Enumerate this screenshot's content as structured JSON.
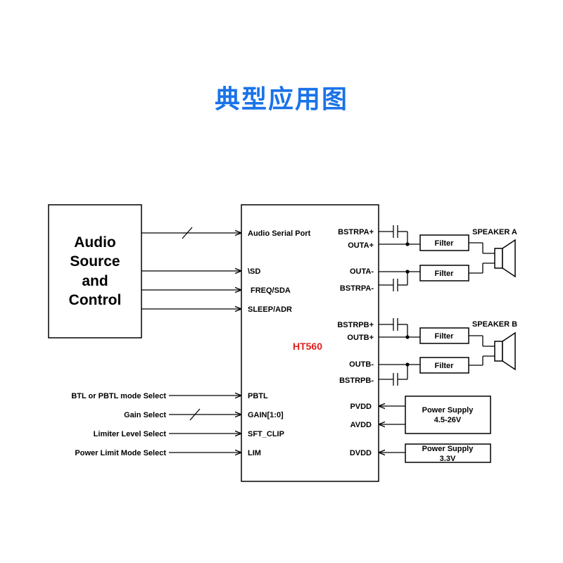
{
  "title": "典型应用图",
  "source": {
    "lines": [
      "Audio",
      "Source",
      "and",
      "Control"
    ]
  },
  "chip": {
    "name": "HT560",
    "left_pins": [
      "Audio Serial Port",
      "\\SD",
      "FREQ/SDA",
      "SLEEP/ADR",
      "PBTL",
      "GAIN[1:0]",
      "SFT_CLIP",
      "LIM"
    ],
    "right_pins": [
      "BSTRPA+",
      "OUTA+",
      "OUTA-",
      "BSTRPA-",
      "BSTRPB+",
      "OUTB+",
      "OUTB-",
      "BSTRPB-",
      "PVDD",
      "AVDD",
      "DVDD"
    ]
  },
  "inputs": [
    "BTL or PBTL mode Select",
    "Gain Select",
    "Limiter Level Select",
    "Power Limit Mode Select"
  ],
  "filter_label": "Filter",
  "speaker_a": "SPEAKER A",
  "speaker_b": "SPEAKER B",
  "power1": {
    "line1": "Power Supply",
    "line2": "4.5-26V"
  },
  "power2": {
    "line1": "Power Supply",
    "line2": "3.3V"
  }
}
